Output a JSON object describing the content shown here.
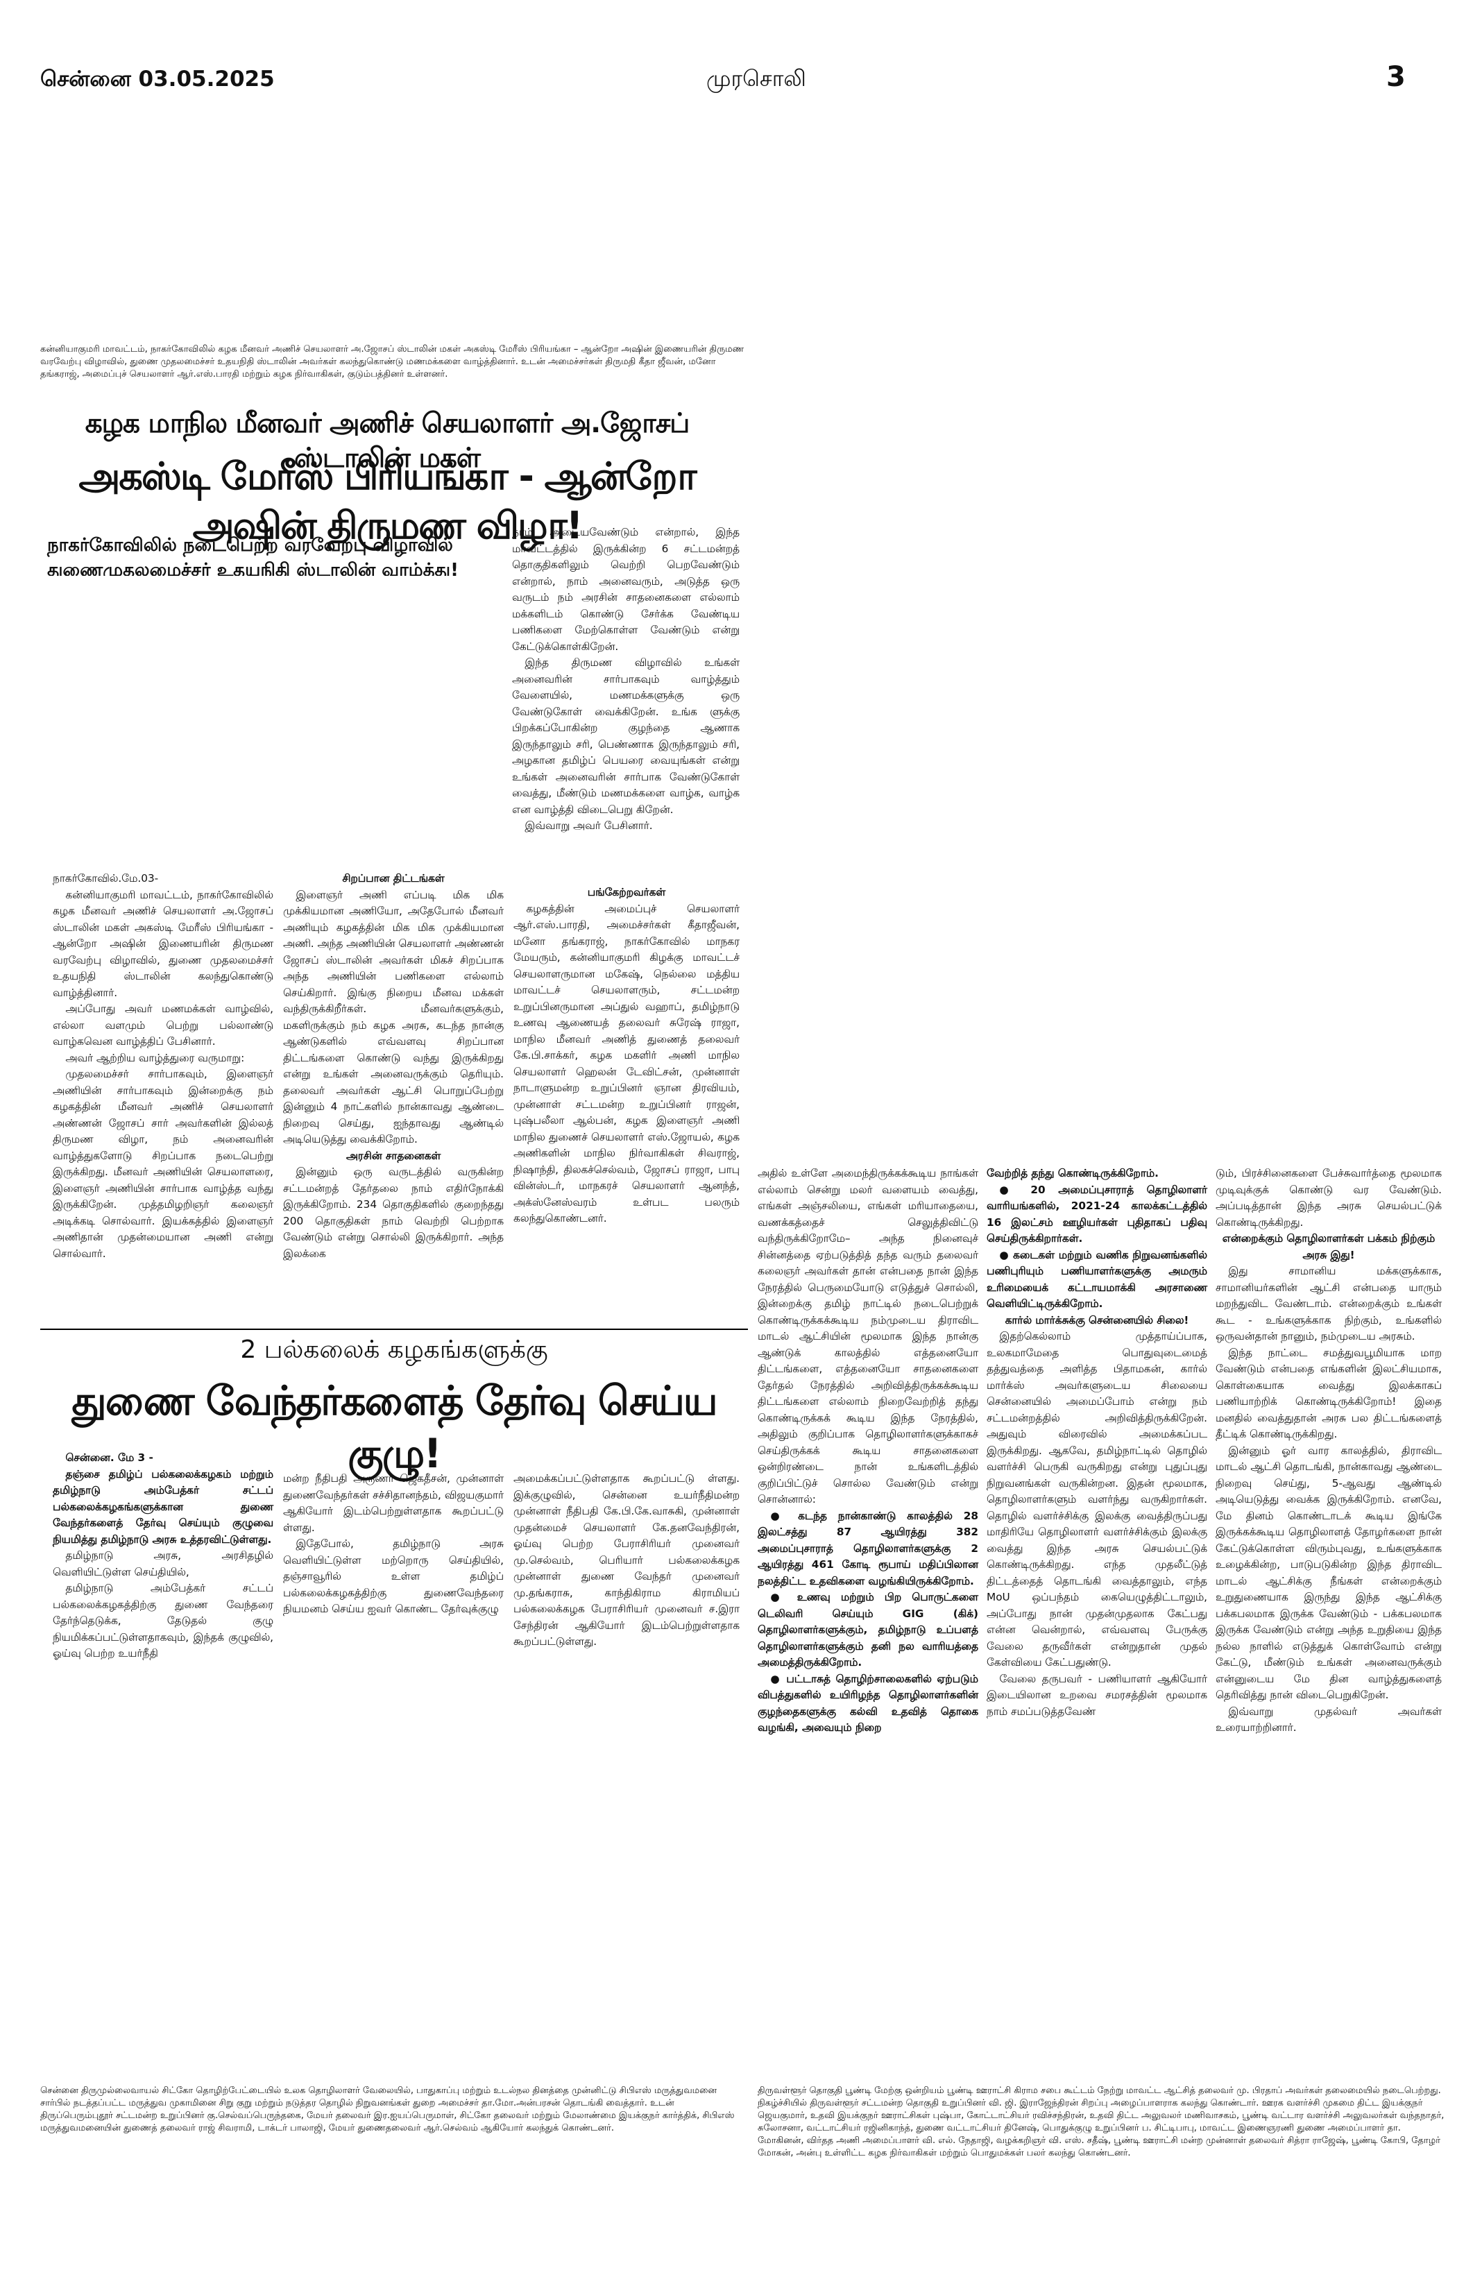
{
  "masthead": {
    "date": "சென்னை 03.05.2025",
    "paper_name": "முரசொலி",
    "page_number": "3"
  },
  "story1": {
    "photo_caption": "கன்னியாகுமரி மாவட்டம், நாகர்கோவிலில் கழக மீனவர் அணிச் செயலாளர் அ.ஜோசப் ஸ்டாலின் மகள் அகஸ்டி மேரீஸ் பிரியங்கா – ஆன்றோ அஷின் இணையரின் திருமண வரவேற்பு விழாவில், துணை முதலமைச்சர் உதயநிதி ஸ்டாலின் அவர்கள் கலந்துகொண்டு மணமக்களை வாழ்த்தினார். உடன் அமைச்சர்கள் திருமதி கீதா ஜீவன், மனோ தங்கராஜ், அமைப்புச் செயலாளர் ஆர்.எஸ்.பாரதி மற்றும் கழக நிர்வாகிகள், குடும்பத்தினர் உள்ளனர்.",
    "kicker": "கழக மாநில மீனவர் அணிச் செயலாளர் அ.ஜோசப் ஸ்டாலின் மகள்",
    "headline": "அகஸ்டி மேரீஸ் பிரியங்கா - ஆன்றோ அஷின் திருமண விழா!",
    "subhead_line1": "நாகர்கோவிலில் நடைபெற்ற வரவேற்பு விழாவில்",
    "subhead_line2": "துணைமுதலமைச்சர் உதயநிதி ஸ்டாலின் வாழ்த்து!",
    "col_top_right": "நாம் அடையவேண்டும் என்றால், இந்த மாவட்டத்தில் இருக்கின்ற 6 சட்டமன்றத் தொகுதிகளிலும் வெற்றி பெறவேண்டும் என்றால், நாம் அனைவரும், அடுத்த ஒரு வருடம் நம் அரசின் சாதனைகளை எல்லாம் மக்களிடம் கொண்டு சேர்க்க வேண்டிய பணிகளை மேற்கொள்ள வேண்டும் என்று கேட்டுக்கொள்கிறேன்.",
    "col_top_right_p2": "இந்த திருமண விழாவில் உங்கள் அனைவரின் சார்பாகவும் வாழ்த்தும் வேளையில், மணமக்களுக்கு ஒரு வேண்டுகோள் வைக்கிறேன். உங்க ளுக்கு பிறக்கப்போகின்ற குழந்தை ஆணாக இருந்தாலும் சரி, பெண்ணாக இருந்தாலும் சரி, அழகான தமிழ்ப் பெயரை வையுங்கள் என்று உங்கள் அனைவரின் சார்பாக வேண்டுகோள் வைத்து, மீண்டும் மணமக்களை வாழ்க, வாழ்க என வாழ்த்தி விடைபெறு கிறேன்.",
    "col_top_right_p3": "இவ்வாறு அவர் பேசினார்.",
    "col1_dateline": "நாகர்கோவில்.மே.03-",
    "col1_p1": "கன்னியாகுமரி மாவட்டம், நாகர்கோவிலில் கழக மீனவர் அணிச் செயலாளர் அ.ஜோசப் ஸ்டாலின் மகள் அகஸ்டி மேரீஸ் பிரியங்கா - ஆன்றோ அஷின் இணையரின் திருமண வரவேற்பு விழாவில், துணை முதலமைச்சர் உதயநிதி ஸ்டாலின் கலந்துகொண்டு வாழ்த்தினார்.",
    "col1_p2": "அப்போது அவர் மணமக்கள் வாழ்வில், எல்லா வளமும் பெற்று பல்லாண்டு வாழ்கவென வாழ்த்திப் பேசினார்.",
    "col1_p3": "அவர் ஆற்றிய வாழ்த்துரை வருமாறு:",
    "col1_p4": "முதலமைச்சர் சார்பாகவும், இளைஞர் அணியின் சார்பாகவும் இன்றைக்கு நம் கழகத்தின் மீனவர் அணிச் செயலாளர் அண்ணன் ஜோசப் சார் அவர்களின் இல்லத் திருமண விழா, நம் அனைவரின் வாழ்த்துகளோடு சிறப்பாக நடைபெற்று இருக்கிறது. மீனவர் அணியின் செயலாளரை, இளைஞர் அணியின் சார்பாக வாழ்த்த வந்து இருக்கிறேன். முத்தமிழறிஞர் கலைஞர் அடிக்கடி சொல்வார். இயக்கத்தில் இளைஞர் அணிதான் முதன்மையான அணி என்று சொல்வார்.",
    "col2_sub1": "சிறப்பான திட்டங்கள்",
    "col2_p1": "இளைஞர் அணி எப்படி மிக மிக முக்கியமான அணியோ, அதேபோல் மீனவர் அணியும் கழகத்தின் மிக மிக முக்கியமான அணி. அந்த அணியின் செயலாளர் அண்ணன் ஜோசப் ஸ்டாலின் அவர்கள் மிகச் சிறப்பாக அந்த அணியின் பணிகளை எல்லாம் செய்கிறார். இங்கு நிறைய மீனவ மக்கள் வந்திருக்கிறீர்கள். மீனவர்களுக்கும், மகளிருக்கும் நம் கழக அரசு, கடந்த நான்கு ஆண்டுகளில் எவ்வளவு சிறப்பான திட்டங்களை கொண்டு வந்து இருக்கிறது என்று உங்கள் அனைவருக்கும் தெரியும். தலைவர் அவர்கள் ஆட்சி பொறுப்பேற்று இன்னும் 4 நாட்களில் நான்காவது ஆண்டை நிறைவு செய்து, ஐந்தாவது ஆண்டில் அடியெடுத்து வைக்கிறோம்.",
    "col2_sub2": "அரசின் சாதனைகள்",
    "col2_p2": "இன்னும் ஒரு வருடத்தில் வருகின்ற சட்டமன்றத் தேர்தலை நாம் எதிர்நோக்கி இருக்கிறோம். 234 தொகுதிகளில் குறைந்தது 200 தொகுதிகள் நாம் வெற்றி பெற்றாக வேண்டும் என்று சொல்லி இருக்கிறார். அந்த இலக்கை",
    "col3_sub1": "பங்கேற்றவர்கள்",
    "col3_p1": "கழகத்தின் அமைப்புச் செயலாளர் ஆர்.எஸ்.பாரதி, அமைச்சர்கள் கீதாஜீவன், மனோ தங்கராஜ், நாகர்கோவில் மாநகர மேயரும், கன்னியாகுமரி கிழக்கு மாவட்டச் செயலாளருமான மகேஷ், நெல்லை மத்திய மாவட்டச் செயலாளரும், சட்டமன்ற உறுப்பினருமான அப்துல் வஹாப், தமிழ்நாடு உணவு ஆணையத் தலைவர் சுரேஷ் ராஜா, மாநில மீனவர் அணித் துணைத் தலைவர் கே.பி.சாக்கர், கழக மகளிர் அணி மாநில செயலாளர் ஹெலன் டேவிட்சன், முன்னாள் நாடாளுமன்ற உறுப்பினர் ஞான திரவியம், முன்னாள் சட்டமன்ற உறுப்பினர் ராஜன், புஷ்பலீலா ஆல்பன், கழக இளைஞர் அணி மாநில துணைச் செயலாளர் எஸ்.ஜோயல், கழக அணிகளின் மாநில நிர்வாகிகள் சிவராஜ், நிஷாந்தி, திலகச்செல்வம், ஜோசப் ராஜா, பாபு வின்ஸ்டர், மாநகரச் செயலாளர் ஆனந்த், அக்ஸ்னேஸ்வரம் உள்பட பலரும் கலந்துகொண்டனர்."
  },
  "story2": {
    "kicker": "2 பல்கலைக் கழகங்களுக்கு",
    "headline": "துணை வேந்தர்களைத் தேர்வு செய்ய குழு!",
    "dateline": "சென்னை. மே 3 -",
    "lead": "தஞ்சை தமிழ்ப் பல்கலைக்கழகம் மற்றும் தமிழ்நாடு அம்பேத்கர் சட்டப் பல்கலைக்கழகங்களுக்கான துணை வேந்தர்களைத் தேர்வு செய்யும் குழுவை நியமித்து தமிழ்நாடு அரசு உத்தரவிட்டுள்ளது.",
    "p2": "தமிழ்நாடு அரசு, அரசிதழில் வெளியிட்டுள்ள செய்தியில்,",
    "p3": "தமிழ்நாடு அம்பேத்கர் சட்டப் பல்கலைக்கழகத்திற்கு துணை வேந்தரை தேர்ந்தெடுக்க, தேடுதல் குழு நியமிக்கப்பட்டுள்ளதாகவும், இந்தக் குழுவில், ஓய்வு பெற்ற உயர்நீதி",
    "c2": "மன்ற நீதிபதி அருணா ஜெகதீசன், முன்னாள் துணைவேந்தர்கள் சச்சிதானந்தம், விஜயகுமார் ஆகியோர் இடம்பெற்றுள்ளதாக கூறப்பட்டு ள்ளது.",
    "c2_p2": "இதேபோல், தமிழ்நாடு அரசு வெளியிட்டுள்ள மற்றொரு செய்தியில், தஞ்சாவூரில் உள்ள தமிழ்ப் பல்கலைக்கழகத்திற்கு துணைவேந்தரை நியமனம் செய்ய ஐவர் கொண்ட தேர்வுக்குழு",
    "c3": "அமைக்கப்பட்டுள்ளதாக கூறப்பட்டு ள்ளது. இக்குழுவில், சென்னை உயர்நீதிமன்ற முன்னாள் நீதிபதி கே.பி.கே.வாசுகி, முன்னாள் முதன்மைச் செயலாளர் கே.தனவேந்திரன், ஓய்வு பெற்ற பேராசிரியர் முனைவர் மு.செல்வம், பெரியார் பல்கலைக்கழக முன்னாள் துணை வேந்தர் முனைவர் மு.தங்கராசு, காந்திகிராம கிராமியப் பல்கலைக்கழக பேராசிரியர் முனைவர் ச.இரா சேந்திரன் ஆகியோர் இடம்பெற்றுள்ளதாக கூறப்பட்டுள்ளது."
  },
  "story3": {
    "col1": "அதில் உள்ளே அமைந்திருக்கக்கூடிய நாங்கள் எல்லாம் சென்று மலர் வளையம் வைத்து, எங்கள் அஞ்சலியை, எங்கள் மரியாதையை, வணக்கத்தைச் செலுத்திவிட்டு வந்திருக்கிறோமே– அந்த நினைவுச் சின்னத்தை ஏற்படுத்தித் தந்த வரும் தலைவர் கலைஞர் அவர்கள் தான் என்பதை நான் இந்த நேரத்தில் பெருமையோடு எடுத்துச் சொல்லி, இன்றைக்கு தமிழ் நாட்டில் நடைபெற்றுக் கொண்டிருக்கக்கூடிய நம்முடைய திராவிட மாடல் ஆட்சியின் மூலமாக இந்த நான்கு ஆண்டுக் காலத்தில் எத்தனையோ திட்டங்களை, எத்தனையோ சாதனைகளை தேர்தல் நேரத்தில் அறிவித்திருக்கக்கூடிய திட்டங்களை எல்லாம் நிறைவேற்றித் தந்து கொண்டிருக்கக் கூடிய இந்த நேரத்தில், அதிலும் குறிப்பாக தொழிலாளர்களுக்காகச் செய்திருக்கக் கூடிய சாதனைகளை ஒன்றிரண்டை நான் உங்களிடத்தில் குறிப்பிட்டுச் சொல்ல வேண்டும் என்று சொன்னால்:",
    "col1_b1": "கடந்த நான்காண்டு காலத்தில் 28 இலட்சத்து 87 ஆயிரத்து 382 அமைப்புசாரா‌த் தொழிலாளர்களுக்கு 2 ஆயிரத்து 461 கோடி ரூபாய் மதிப்பிலான நலத்திட்ட உதவிகளை வழங்கியிருக்கிறோம்.",
    "col1_b2": "உணவு மற்றும் பிற பொருட்களை டெலிவரி செய்யும் GIG (கிக்) தொழிலாளர்களுக்கும், தமிழ்நாடு உப்பளத் தொழிலாளர்களுக்கும் தனி நல வாரியத்தை அமைத்திருக்கிறோம்.",
    "col1_b3": "பட்டாசுத் தொழிற்சாலைகளில் ஏற்படும் விபத்துகளில் உயிரிழந்த தொழிலாளர்களின் குழந்தைகளுக்கு கல்வி உதவித் தொகை வழங்கி, அவையும் நிறை",
    "col2_top": "வேற்றித் தந்து கொண்டிருக்கிறோம்.",
    "col2_b1": "20 அமைப்புசாராத் தொழிலாளர் வாரியங்களில், 2021-24 காலக்கட்டத்தில் 16 இலட்சம் ஊழியர்கள் புதிதாகப் பதிவு செய்திருக்கிறார்கள்.",
    "col2_b2": "கடைகள் மற்றும் வணிக நிறுவனங்களில் பணிபுரியும் பணியாளர்களுக்கு அமரும் உரிமையைக் கட்டாயமாக்கி அரசாணை வெளியிட்டிருக்கிறோம்.",
    "col2_sub": "கார்ல் மார்க்சுக்கு சென்னையில் சிலை!",
    "col2_p": "இதற்கெல்லாம் முத்தாய்ப்பாக, உலகமாமேதை பொதுவுடைமைத் தத்துவத்தை அளித்த பிதாமகன், கார்ல் மார்க்ஸ் அவர்களுடைய சிலையை சென்னையில் அமைப்போம் என்று நம் சட்டமன்றத்தில் அறிவித்திருக்கிறேன். அதுவும் விரைவில் அமைக்கப்பட இருக்கிறது. ஆகவே, தமிழ்நாட்டில் தொழில் வளர்ச்சி பெருகி வருகிறது என்று புதுப்புது நிறுவனங்கள் வருகின்றன. இதன் மூலமாக, தொழிலாளர்களும் வளர்ந்து வருகிறார்கள். தொழில் வளர்ச்சிக்கு இலக்கு வைத்திருப்பது மாதிரியே தொழிலாளர் வளர்ச்சிக்கும் இலக்கு வைத்து இந்த அரசு செயல்பட்டுக் கொண்டிருக்கிறது. எந்த முதலீட்டுத் திட்டத்தைத் தொடங்கி வைத்தாலும், எந்த MoU ஒப்பந்தம் கையெழுத்திட்டாலும், அப்போது நான் முதன்முதலாக கேட்பது என்ன வென்றால், எவ்வளவு பேருக்கு வேலை தருவீர்கள் என்றுதான் முதல் கேள்வியை கேட்பதுண்டு.",
    "col2_p2": "வேலை தருபவர் - பணியாளர் ஆகியோர் இடையிலான உறவை சமரசத்தின் மூலமாக நாம் சமப்படுத்தவேண்",
    "col3_top": "டும், பிரச்சினைகளை பேச்சுவார்த்தை மூலமாக முடிவுக்குக் கொண்டு வர வேண்டும். அப்படித்தான் இந்த அரசு செயல்பட்டுக் கொண்டிருக்கிறது.",
    "col3_sub": "என்றைக்கும் தொழிலாளர்கள் பக்கம் நிற்கும் அரசு இது!",
    "col3_p1": "இது சாமானிய மக்களுக்காக, சாமானியர்களின் ஆட்சி என்பதை யாரும் மறந்துவிட வேண்டாம். என்றைக்கும் உங்கள் கூட - உங்களுக்காக நிற்கும், உங்களில் ஒருவன்தான் நானும், நம்முடைய அரசும்.",
    "col3_p2": "இந்த நாட்டை சமத்துவபூமியாக மாற வேண்டும் என்பதை எங்களின் இலட்சியமாக, கொள்கையாக வைத்து இலக்காகப் பணியாற்றிக் கொண்டிருக்கிறோம்! இதை மனதில் வைத்துதான் அரசு பல திட்டங்களைத் தீட்டிக் கொண்டிருக்கிறது.",
    "col3_p3": "இன்னும் ஓர் வார காலத்தில், திராவிட மாடல் ஆட்சி தொடங்கி, நான்காவது ஆண்டை நிறைவு செய்து, 5-ஆவது ஆண்டில் அடியெடுத்து வைக்க இருக்கிறோம். எனவே, மே தினம் கொண்டாடக் கூடிய இங்கே இருக்கக்கூடிய தொழிலாளத் தோழர்களை நான் கேட்டுக்கொள்ள விரும்புவது, உங்களுக்காக உழைக்கின்ற, பாடுபடுகின்ற இந்த திராவிட மாடல் ஆட்சிக்கு நீங்கள் என்றைக்கும் உறுதுணையாக இருந்து இந்த ஆட்சிக்கு பக்கபலமாக இருக்க வேண்டும் - பக்கபலமாக இருக்க வேண்டும் என்று அந்த உறுதியை இந்த நல்ல நாளில் எடுத்துக் கொள்வோம் என்று கேட்டு, மீண்டும் உங்கள் அனைவருக்கும் என்னுடைய மே தின வாழ்த்துகளைத் தெரிவித்து நான் விடைபெறுகிறேன்.",
    "col3_p4": "இவ்வாறு முதல்வர் அவர்கள் உரையாற்றினார்."
  },
  "bottom": {
    "left_caption": "சென்னை திருமுல்லைவாயல் சிட்கோ தொழிற்பேட்டையில் உலக தொழிலாளர் வேலையில், பாதுகாப்பு மற்றும் உடல்நல தினத்தை முன்னிட்டு சிபிஎஸ் மருத்துவமனை சார்பில் நடத்தப்பட்ட மருத்துவ முகாமினை சிறு குறு மற்றும் நடுத்தர தொழில் நிறுவனங்கள் துறை அமைச்சர் தா.மோ.அன்பரசன் தொடங்கி வைத்தார். உடன் திருப்பெரும்புதூர் சட்டமன்ற உறுப்பினர் கு.செல்வப்பெருந்தகை, மேயர் தலைவர் இர.ஐயப்பெருமாள், சிட்கோ தலைவர் மற்றும் மேலாண்மை இயக்குநர் கார்த்திக், சிபிஎஸ் மருத்துவமனையின் துணைத் தலைவர் ராஜ் சிவராமி, டாக்டர் பாலாஜி, மேயர் துணைதலைவர் ஆர்.செல்வம் ஆகியோர் கலந்துக் கொண்டனர்.",
    "right_caption": "திருவள்ளூர் தொகுதி பூண்டி மேற்கு ஒன்றியம் பூண்டி ஊராட்சி கிராம சபை கூட்டம் நேற்று மாவட்ட ஆட்சித் தலைவர் மு. பிரதாப் அவர்கள் தலைமையில் நடைபெற்றது. நிகழ்ச்சியில் திருவள்ளூர் சட்டமன்ற தொகுதி உறுப்பினர் வி. ஜி. இராஜேந்திரன் சிறப்பு அழைப்பாளராக கலந்து கொண்டார். ஊரக வளர்ச்சி முகமை திட்ட இயக்குநர் ஜெயகுமார், உதவி இயக்குநர் ஊராட்சிகள் புஷ்பா, கோட்டாட்சியர் ரவிச்சந்திரன், உதவி திட்ட அலுவலர் மணிவாசகம், பூண்டி வட்டார வளர்ச்சி அலுவலர்கள் வந்தநாதர், சுலோசனா, வட்டாட்சியர் ரஜினிகாந்த், துணை வட்டாட்சியர் தினேஷ், பொதுக்குழு உறுப்பினர் ப. சிட்டிபாபு, மாவட்ட இணைஞரணி துணை அமைப்பாளர் தா. மோகினன், விர்தத அணி அமைப்பாளர் வி. எல். நேதாஜி, வழக்கறிஞர் வி. எஸ். சதீஷ், பூண்டி ஊராட்சி மன்ற முன்னாள் தலைவர் சித்ரா ராஜேஷ், பூண்டி கோபி, தோழர் மோகன், அன்பு உள்ளிட்ட கழக நிர்வாகிகள் மற்றும் பொதுமக்கள் பலர் கலந்து கொண்டனர்."
  }
}
